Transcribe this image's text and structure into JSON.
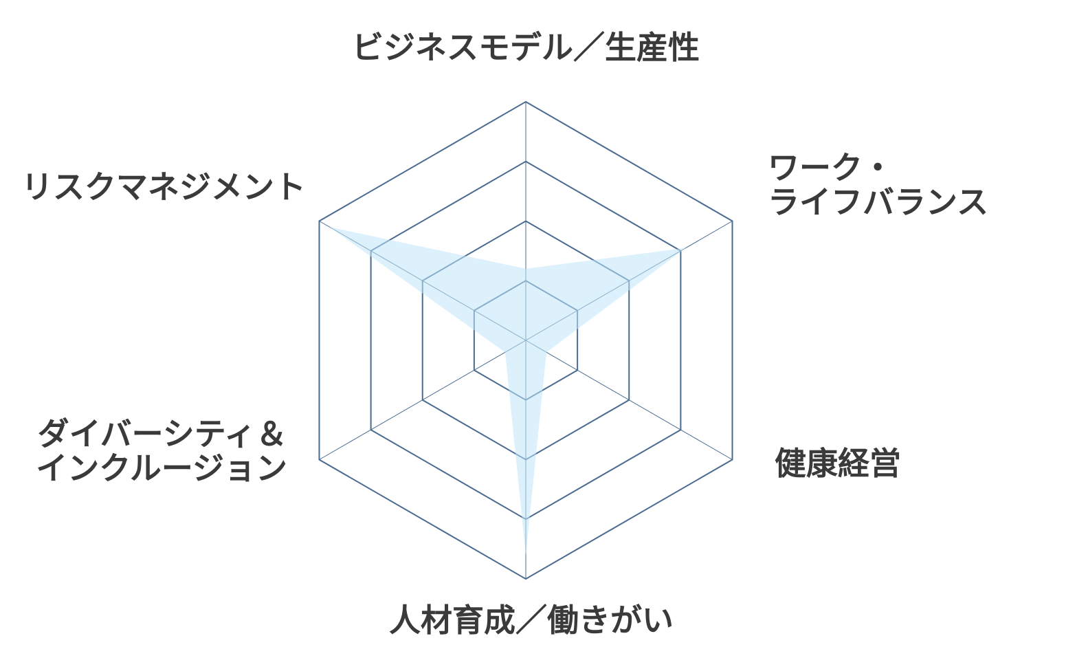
{
  "chart_data": {
    "type": "radar",
    "axes": [
      "ビジネスモデル／生産性",
      "ワーク・ライフバランス",
      "健康経営",
      "人材育成／働きがい",
      "ダイバーシティ＆インクルージョン",
      "リスクマネジメント"
    ],
    "axis_label_lines": [
      [
        "ビジネスモデル／生産性"
      ],
      [
        "ワーク・",
        "ライフバランス"
      ],
      [
        "健康経営"
      ],
      [
        "人材育成／働きがい"
      ],
      [
        "ダイバーシティ＆",
        "インクルージョン"
      ],
      [
        "リスクマネジメント"
      ]
    ],
    "rlim": [
      0,
      4
    ],
    "grid_levels": [
      1,
      2,
      3,
      4
    ],
    "series": [
      {
        "values": [
          1.2,
          3.1,
          0.4,
          3.6,
          0.4,
          3.8
        ]
      }
    ],
    "colors": {
      "grid": "#4a6b90",
      "fill": "#bfe6fa",
      "label": "#3a3a3a"
    }
  }
}
